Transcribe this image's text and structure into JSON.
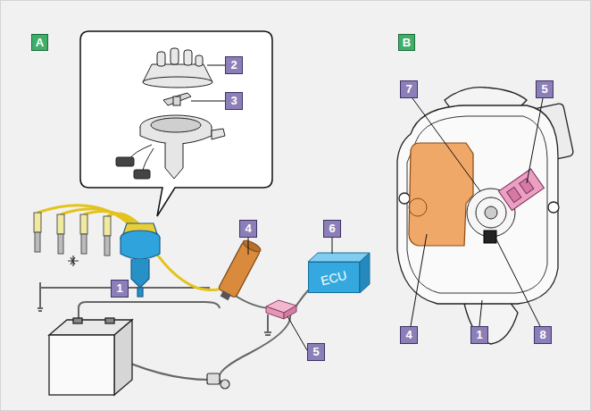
{
  "diagram": {
    "nodes": [
      {
        "text": [
          "ECU"
        ]
      }
    ],
    "labels": [
      "A",
      "2",
      "3",
      "4",
      "6",
      "1",
      "5",
      "B",
      "7",
      "5",
      "4",
      "1",
      "8"
    ]
  }
}
